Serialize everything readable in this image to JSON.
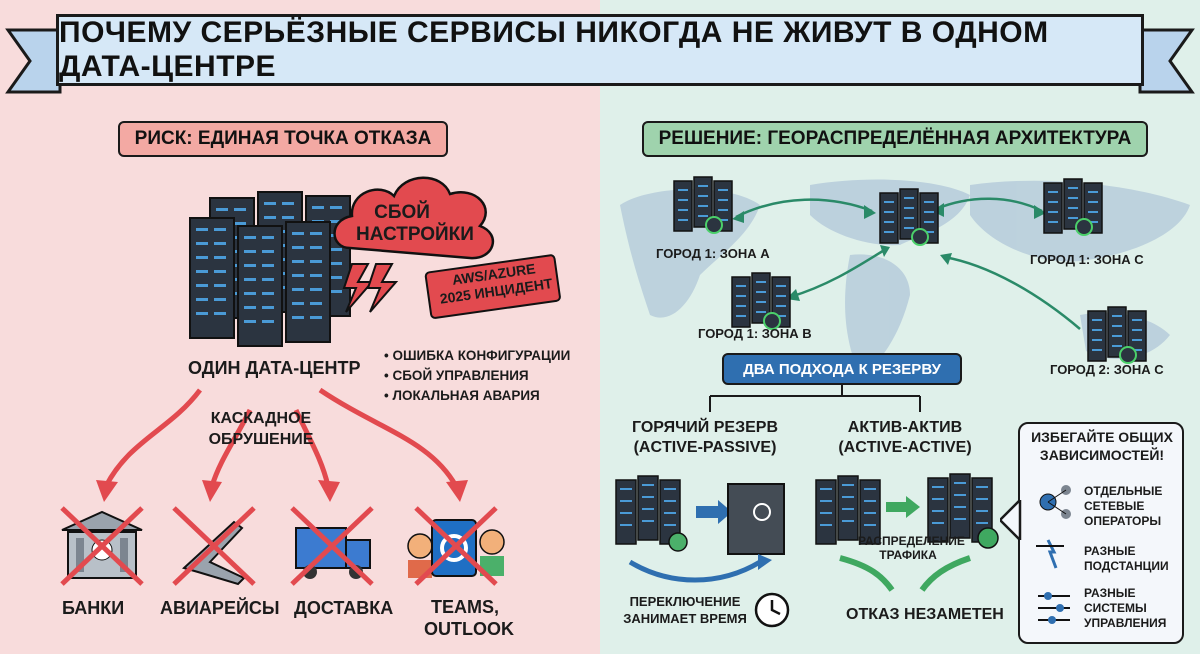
{
  "title": "ПОЧЕМУ СЕРЬЁЗНЫЕ СЕРВИСЫ НИКОГДА НЕ ЖИВУТ В ОДНОМ ДАТА-ЦЕНТРЕ",
  "left": {
    "header": "РИСК: ЕДИНАЯ ТОЧКА ОТКАЗА",
    "cloud_text_1": "СБОЙ",
    "cloud_text_2": "НАСТРОЙКИ",
    "incident_1": "AWS/AZURE",
    "incident_2": "2025 ИНЦИДЕНТ",
    "dc_label": "ОДИН ДАТА-ЦЕНТР",
    "bullets": [
      "ОШИБКА КОНФИГУРАЦИИ",
      "СБОЙ УПРАВЛЕНИЯ",
      "ЛОКАЛЬНАЯ АВАРИЯ"
    ],
    "cascade_1": "КАСКАДНОЕ",
    "cascade_2": "ОБРУШЕНИЕ",
    "services": [
      "БАНКИ",
      "АВИАРЕЙСЫ",
      "ДОСТАВКА",
      "TEAMS,",
      "OUTLOOK"
    ]
  },
  "right": {
    "header": "РЕШЕНИЕ: ГЕОРАСПРЕДЕЛЁННАЯ АРХИТЕКТУРА",
    "city_1a": "ГОРОД 1: ЗОНА A",
    "city_1b": "ГОРОД 1: ЗОНА B",
    "city_1c": "ГОРОД 1: ЗОНА C",
    "city_2c": "ГОРОД 2: ЗОНА C",
    "approaches": "ДВА ПОДХОДА К РЕЗЕРВУ",
    "hot_1": "ГОРЯЧИЙ РЕЗЕРВ",
    "hot_2": "(ACTIVE-PASSIVE)",
    "aa_1": "АКТИВ-АКТИВ",
    "aa_2": "(ACTIVE-ACTIVE)",
    "switch_1": "ПЕРЕКЛЮЧЕНИЕ",
    "switch_2": "ЗАНИМАЕТ ВРЕМЯ",
    "dist_1": "РАСПРЕДЕЛЕНИЕ",
    "dist_2": "ТРАФИКА",
    "unnoticed": "ОТКАЗ НЕЗАМЕТЕН",
    "avoid_1": "ИЗБЕГАЙТЕ ОБЩИХ",
    "avoid_2": "ЗАВИСИМОСТЕЙ!",
    "dep_1": [
      "ОТДЕЛЬНЫЕ",
      "СЕТЕВЫЕ",
      "ОПЕРАТОРЫ"
    ],
    "dep_2": [
      "РАЗНЫЕ",
      "ПОДСТАНЦИИ"
    ],
    "dep_3": [
      "РАЗНЫЕ",
      "СИСТЕМЫ",
      "УПРАВЛЕНИЯ"
    ]
  },
  "colors": {
    "danger": "#e0474c",
    "ok": "#3fa860",
    "blue": "#2f6fb0",
    "rack": "#2b3440"
  }
}
